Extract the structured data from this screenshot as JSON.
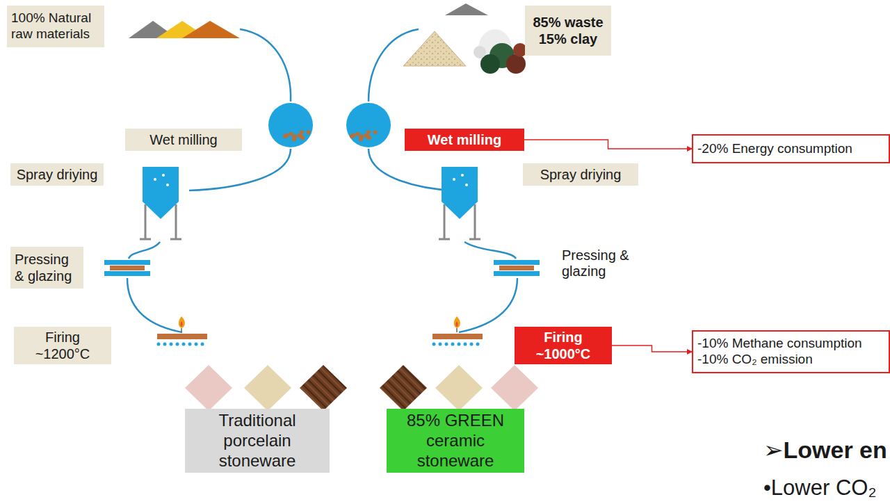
{
  "diagram": {
    "nodes": [
      {
        "text": [
          "100% Natural raw materials"
        ]
      },
      {
        "text": [
          "85% waste 15% clay"
        ]
      },
      {
        "text": [
          "Wet milling"
        ]
      },
      {
        "text": [
          "Wet milling"
        ]
      },
      {
        "text": [
          "-20% Energy consumption"
        ]
      },
      {
        "text": [
          "Spray driying"
        ]
      },
      {
        "text": [
          "Spray driying"
        ]
      },
      {
        "text": [
          "Pressing & glazing"
        ]
      },
      {
        "text": [
          "Firing ~1200°C"
        ]
      },
      {
        "text": [
          "Firing ~1000°C"
        ]
      },
      {
        "text": [
          "-10% Methane consumption",
          "-10% CO₂ emission"
        ]
      },
      {
        "text": [
          "Traditional porcelain stoneware"
        ]
      },
      {
        "text": [
          "85% GREEN ceramic stoneware"
        ]
      }
    ],
    "edges": [
      {
        "from": 3,
        "to": 4,
        "arrow": "to"
      },
      {
        "from": 9,
        "to": 10,
        "arrow": "to"
      }
    ],
    "labels": [
      "Pressing & glazing",
      "➢Lower en",
      "•Lower CO₂"
    ]
  }
}
